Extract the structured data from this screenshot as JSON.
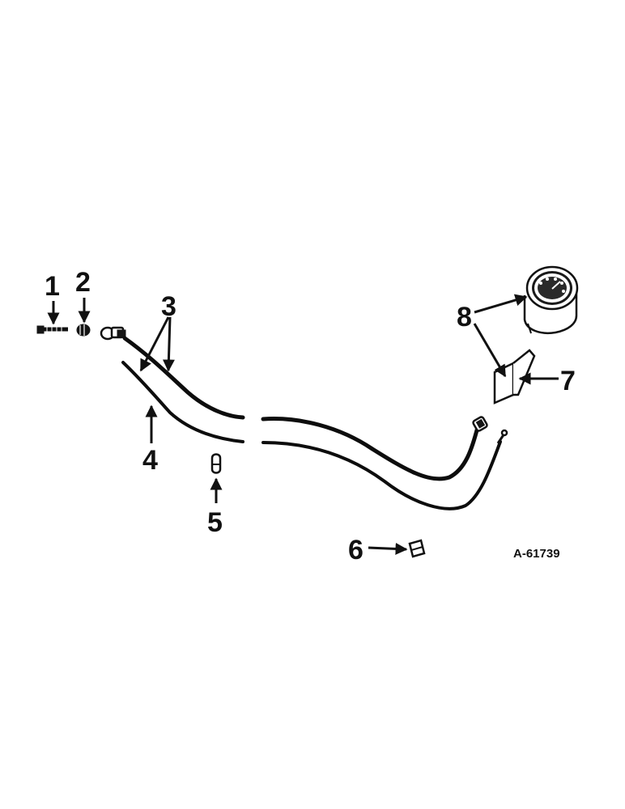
{
  "figure_id": "A-61739",
  "callouts": {
    "c1": "1",
    "c2": "2",
    "c3": "3",
    "c4": "4",
    "c5": "5",
    "c6": "6",
    "c7": "7",
    "c8": "8"
  },
  "colors": {
    "ink": "#111111",
    "paper": "#ffffff"
  }
}
